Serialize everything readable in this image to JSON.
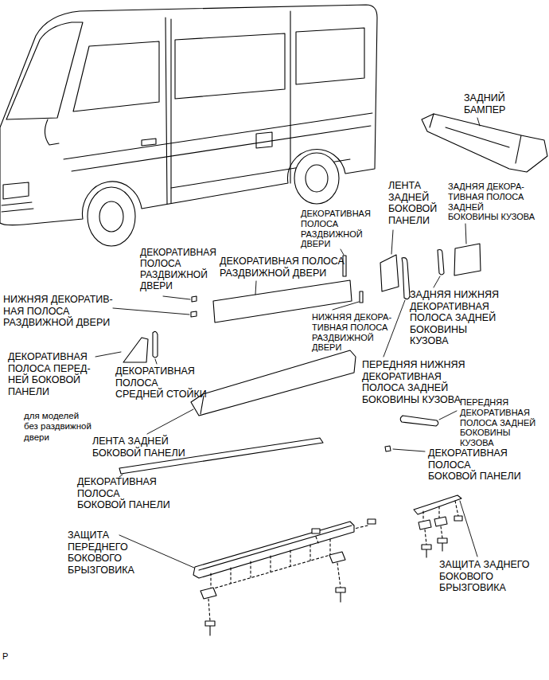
{
  "diagram": {
    "labels": [
      "ЗАДНИЙ БАМПЕР",
      "ЛЕНТА ЗАДНЕЙ БОКОВОЙ ПАНЕЛИ",
      "ЗАДНЯЯ ДЕКОРА- ТИВНАЯ ПОЛОСА ЗАДНЕЙ БОКОВИНЫ КУЗОВА",
      "ДЕКОРАТИВНАЯ ПОЛОСА РАЗДВИЖНОЙ ДВЕРИ",
      "ДЕКОРАТИВНАЯ ПОЛОСА РАЗДВИЖНОЙ ДВЕРИ",
      "ДЕКОРАТИВНАЯ ПОЛОСА РАЗДВИЖНОЙ ДВЕРИ",
      "ЗАДНЯЯ НИЖНЯЯ ДЕКОРАТИВНАЯ ПОЛОСА ЗАДНЕЙ БОКОВИНЫ КУЗОВА",
      "НИЖНЯЯ ДЕКОРАТИВ- НАЯ ПОЛОСА РАЗДВИЖНОЙ ДВЕРИ",
      "НИЖНЯЯ ДЕКОРА- ТИВНАЯ ПОЛОСА РАЗДВИЖНОЙ ДВЕРИ",
      "ДЕКОРАТИВНАЯ ПОЛОСА ПЕРЕД- НЕЙ БОКОВОЙ ПАНЕЛИ",
      "ДЕКОРАТИВНАЯ ПОЛОСА СРЕДНЕЙ СТОЙКИ",
      "ПЕРЕДНЯЯ НИЖНЯЯ ДЕКОРАТИВНАЯ ПОЛОСА ЗАДНЕЙ БОКОВИНЫ КУЗОВА",
      "ПЕРЕДНЯЯ ДЕКОРАТИВНАЯ ПОЛОСА ЗАДНЕЙ БОКОВИНЫ КУЗОВА",
      "для моделей без раздвижной двери",
      "ЛЕНТА ЗАДНЕЙ БОКОВОЙ ПАНЕЛИ",
      "ДЕКОРАТИВНАЯ ПОЛОСА БОКОВОЙ ПАНЕЛИ",
      "ДЕКОРАТИВНАЯ ПОЛОСА БОКОВОЙ ПАНЕЛИ",
      "ЗАЩИТА ПЕРЕДНЕГО БОКОВОГО БРЫЗГОВИКА",
      "ЗАЩИТА ЗАДНЕГО БОКОВОГО БРЫЗГОВИКА",
      "P"
    ]
  }
}
